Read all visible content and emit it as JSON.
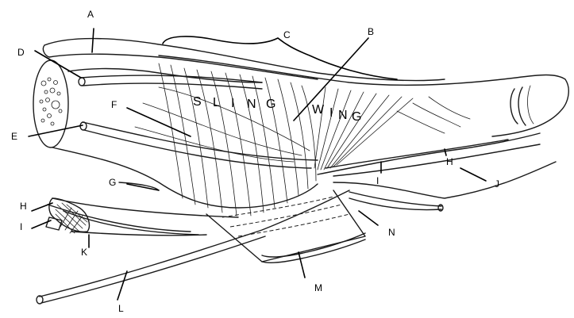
{
  "figure": {
    "labels": {
      "A": "A",
      "B": "B",
      "C": "C",
      "D": "D",
      "E": "E",
      "F": "F",
      "G": "G",
      "H_left": "H",
      "H_right": "H",
      "I_left": "I",
      "I_right": "I",
      "J": "J",
      "K": "K",
      "L": "L",
      "M": "M",
      "N": "N"
    },
    "inline_text": {
      "sling": [
        "S",
        "L",
        "I",
        "N",
        "G"
      ],
      "wing": [
        "W",
        "I",
        "N",
        "G"
      ]
    }
  }
}
